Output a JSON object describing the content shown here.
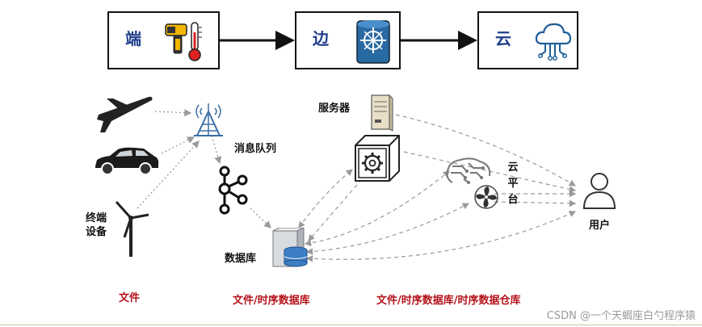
{
  "stages": [
    {
      "label": "端",
      "icon": "thermometer-gun-icon"
    },
    {
      "label": "边",
      "icon": "router-icon"
    },
    {
      "label": "云",
      "icon": "cloud-circuit-icon"
    }
  ],
  "labels": {
    "message_queue": "消息队列",
    "terminal_device": "终端\n设备",
    "server": "服务器",
    "database": "数据库",
    "cloud_platform": "云平台",
    "user": "用户"
  },
  "storage": {
    "edge_end": "文件",
    "edge": "文件/时序数据库",
    "cloud": "文件/时序数据库/时序数据仓库"
  },
  "watermark": "CSDN @一个天蝎座白勺程序猿",
  "colors": {
    "stage_text": "#1f3e8c",
    "storage_text": "#b3121a",
    "arrow": "#111111",
    "dashed": "#9a9a9a"
  }
}
